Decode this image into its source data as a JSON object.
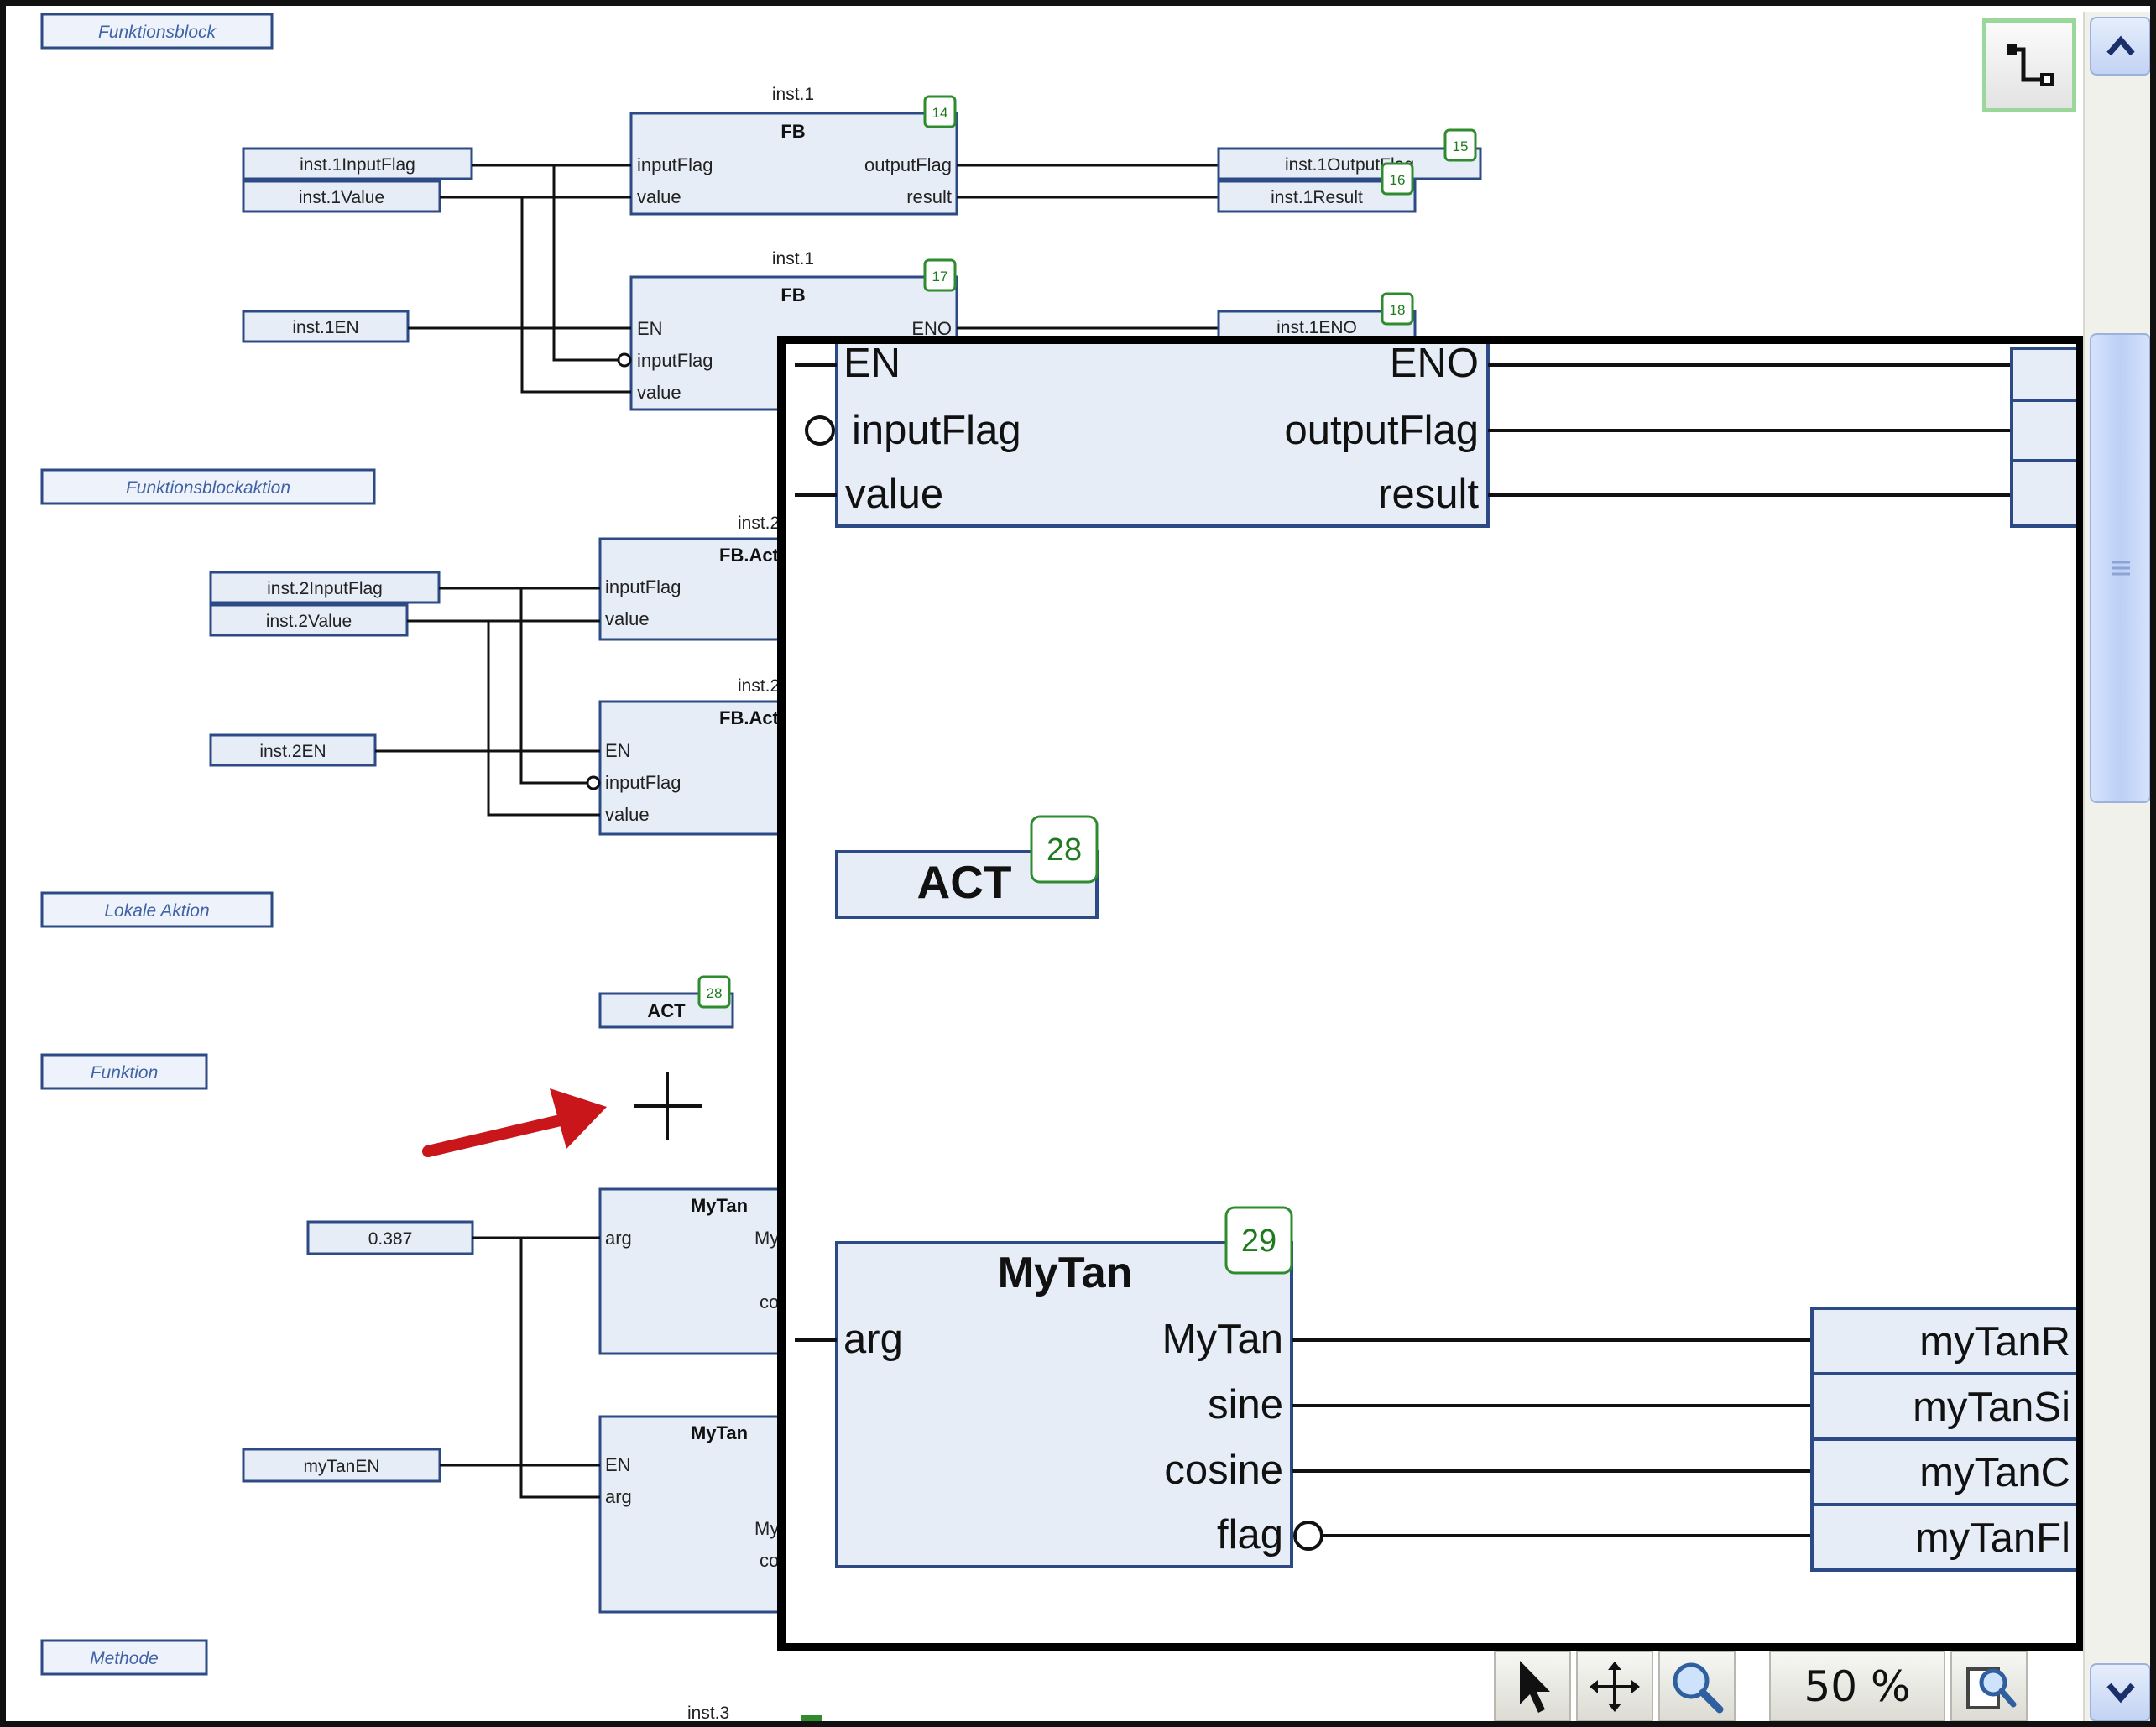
{
  "sections": {
    "s1": "Funktionsblock",
    "s2": "Funktionsblockaktion",
    "s3": "Lokale Aktion",
    "s4": "Funktion",
    "s5": "Methode"
  },
  "block1": {
    "instance": "inst.1",
    "type": "FB",
    "pin_in1": "inputFlag",
    "pin_in2": "value",
    "pin_out1": "outputFlag",
    "pin_out2": "result",
    "num": "14"
  },
  "block2": {
    "instance": "inst.1",
    "type": "FB",
    "pin_en": "EN",
    "pin_in1": "inputFlag",
    "pin_in2": "value",
    "pin_eno": "ENO",
    "num": "17"
  },
  "block3": {
    "instance": "inst.2",
    "type": "FB.Action",
    "pin_in1": "inputFlag",
    "pin_in2": "value"
  },
  "block4": {
    "instance": "inst.2",
    "type": "FB.Action",
    "pin_en": "EN",
    "pin_in1": "inputFlag",
    "pin_in2": "value"
  },
  "block5": {
    "type": "MyTan",
    "pin_in": "arg",
    "pin_out1": "MyTan",
    "pin_out2": "cosine"
  },
  "block6": {
    "type": "MyTan",
    "pin_en": "EN",
    "pin_in": "arg",
    "pin_out1": "MyTan",
    "pin_out2": "cosine"
  },
  "inputs": {
    "in1": "inst.1InputFlag",
    "in2": "inst.1Value",
    "in3": "inst.1EN",
    "in4": "inst.2InputFlag",
    "in5": "inst.2Value",
    "in6": "inst.2EN",
    "in7": "0.387",
    "in8": "myTanEN"
  },
  "outputs": {
    "out1": "inst.1OutputFlag",
    "out2": "inst.1Result",
    "out3": "inst.1ENO"
  },
  "badges": {
    "b1": "15",
    "b2": "16",
    "b3": "18"
  },
  "act_small": {
    "label": "ACT",
    "num": "28"
  },
  "method_instance": "inst.3",
  "zoom_view": {
    "block_top": {
      "pin_en": "EN",
      "pin_in1": "inputFlag",
      "pin_in2": "value",
      "pin_eno": "ENO",
      "pin_out1": "outputFlag",
      "pin_out2": "result"
    },
    "act": {
      "label": "ACT",
      "num": "28"
    },
    "mytan": {
      "title": "MyTan",
      "num": "29",
      "pin_in": "arg",
      "pin_out1": "MyTan",
      "pin_out2": "sine",
      "pin_out3": "cosine",
      "pin_out4": "flag"
    },
    "outs": {
      "o1": "myTanR",
      "o2": "myTanSi",
      "o3": "myTanC",
      "o4": "myTanFl"
    }
  },
  "toolbar": {
    "zoom_value": "50 %"
  },
  "icons": [
    "pointer-icon",
    "move-icon",
    "zoom-icon",
    "zoom-page-icon",
    "wire-mode-icon",
    "scroll-up-icon",
    "scroll-down-icon"
  ],
  "colors": {
    "box_fill": "#e6edf7",
    "box_stroke": "#2c4a86",
    "badge": "#2e8b2e",
    "arrow": "#c8161a"
  }
}
